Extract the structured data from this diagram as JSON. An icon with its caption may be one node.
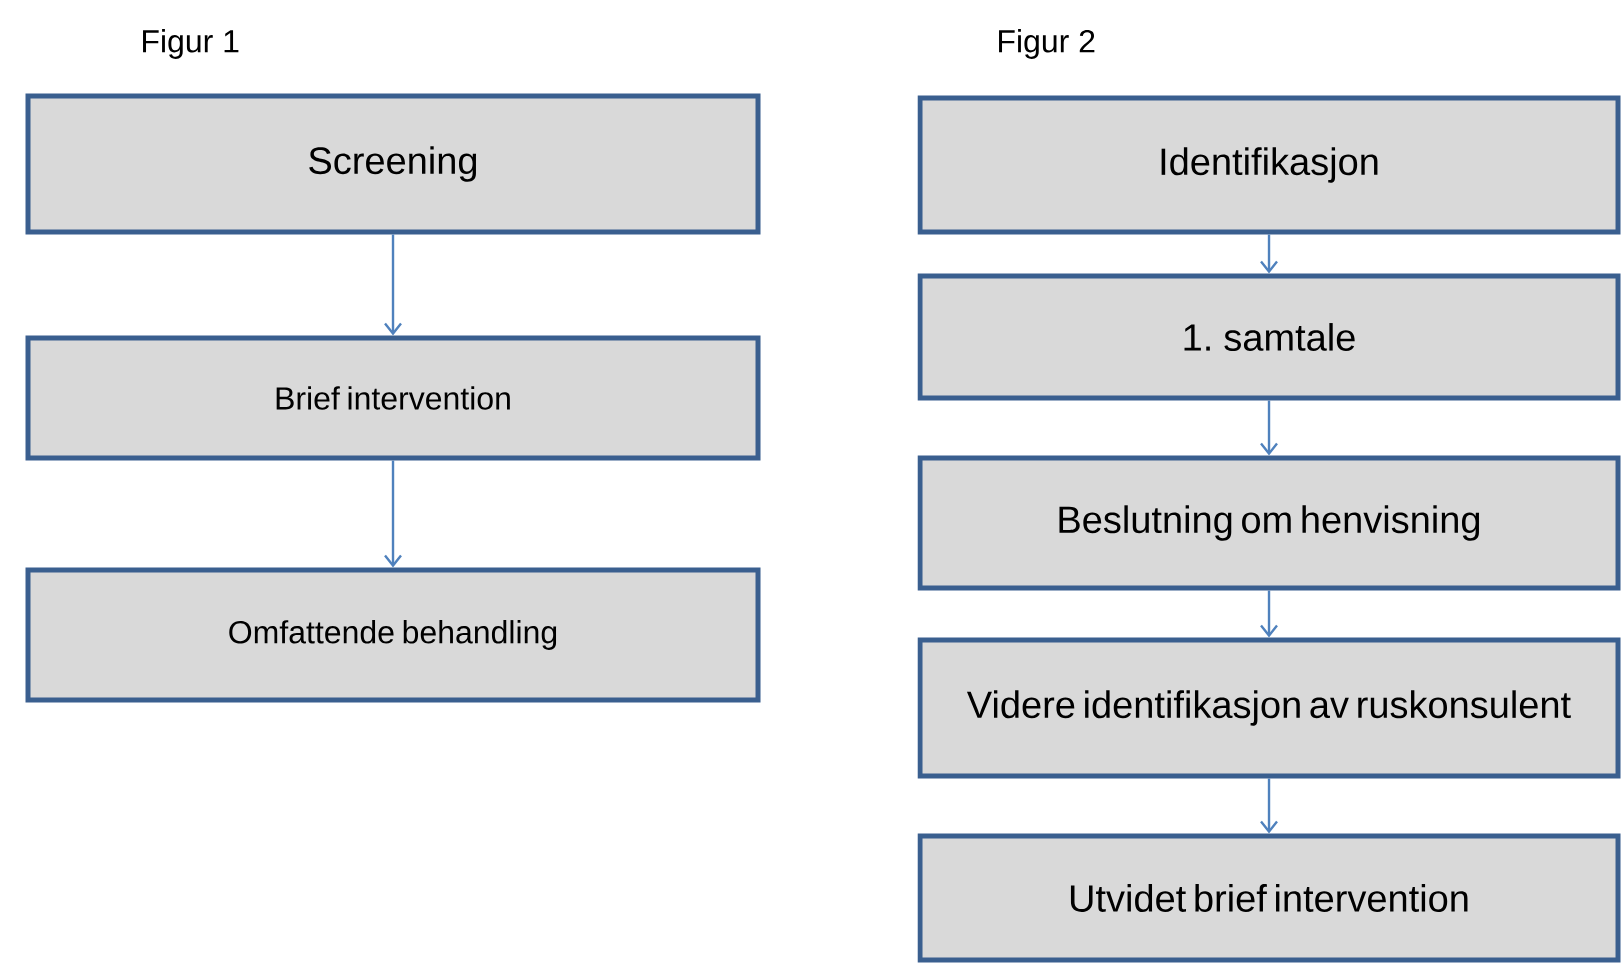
{
  "diagram": {
    "nodes": [
      {
        "text": [
          "Screening"
        ]
      },
      {
        "text": [
          "Brief intervention"
        ]
      },
      {
        "text": [
          "Omfattende behandling"
        ]
      },
      {
        "text": [
          "Identifikasjon"
        ]
      },
      {
        "text": [
          "1. samtale"
        ]
      },
      {
        "text": [
          "Beslutning om henvisning"
        ]
      },
      {
        "text": [
          "Videre identifikasjon av ruskonsulent"
        ]
      },
      {
        "text": [
          "Utvidet brief intervention"
        ]
      }
    ],
    "edges": [
      {
        "from": 0,
        "to": 1,
        "arrow": "to"
      },
      {
        "from": 1,
        "to": 2,
        "arrow": "to"
      },
      {
        "from": 3,
        "to": 4,
        "arrow": "to"
      },
      {
        "from": 4,
        "to": 5,
        "arrow": "to"
      },
      {
        "from": 5,
        "to": 6,
        "arrow": "to"
      },
      {
        "from": 6,
        "to": 7,
        "arrow": "to"
      }
    ],
    "labels": [
      "Figur 1",
      "Figur 2"
    ]
  }
}
